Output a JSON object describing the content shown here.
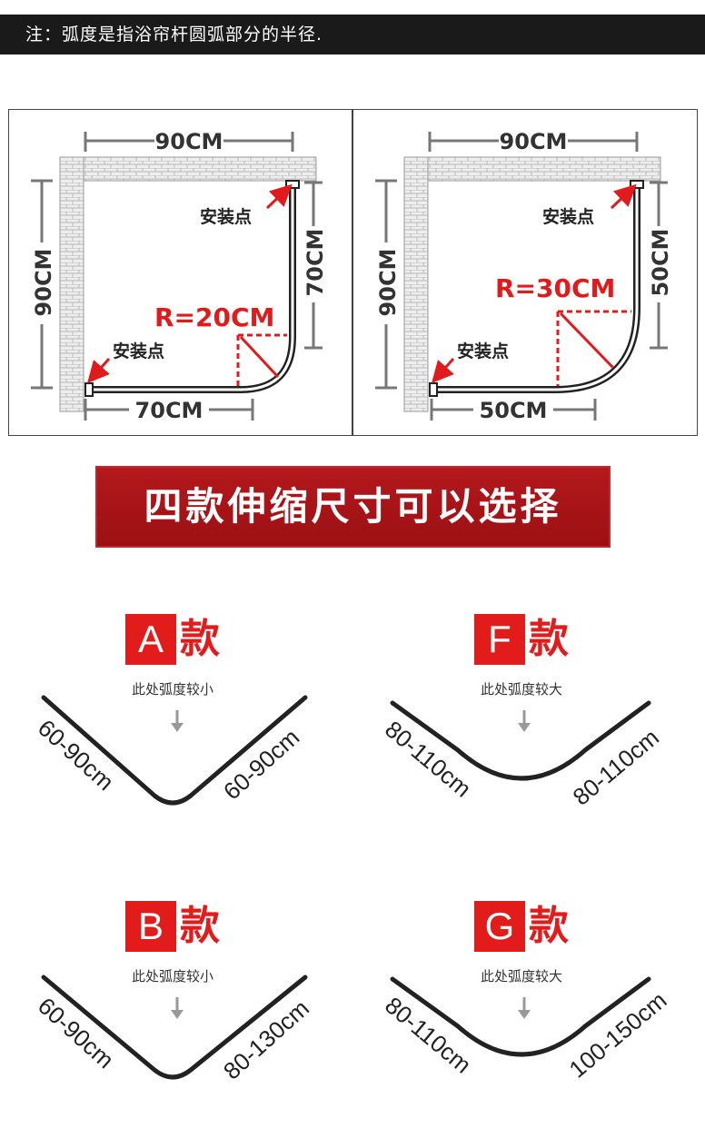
{
  "note": "注：弧度是指浴帘杆圆弧部分的半径.",
  "diagrams": [
    {
      "top_width": "90CM",
      "side_height": "90CM",
      "right_length": "70CM",
      "bottom_length": "70CM",
      "radius": "R=20CM",
      "install_top": "安装点",
      "install_bottom": "安装点"
    },
    {
      "top_width": "90CM",
      "side_height": "90CM",
      "right_length": "50CM",
      "bottom_length": "50CM",
      "radius": "R=30CM",
      "install_top": "安装点",
      "install_bottom": "安装点"
    }
  ],
  "banner": "四款伸缩尺寸可以选择",
  "models": [
    {
      "letter": "A",
      "suffix": "款",
      "hint": "此处弧度较小",
      "left_len": "60-90cm",
      "right_len": "60-90cm"
    },
    {
      "letter": "F",
      "suffix": "款",
      "hint": "此处弧度较大",
      "left_len": "80-110cm",
      "right_len": "80-110cm"
    },
    {
      "letter": "B",
      "suffix": "款",
      "hint": "此处弧度较小",
      "left_len": "60-90cm",
      "right_len": "80-130cm"
    },
    {
      "letter": "G",
      "suffix": "款",
      "hint": "此处弧度较大",
      "left_len": "80-110cm",
      "right_len": "100-150cm"
    }
  ],
  "colors": {
    "accent_red": "#e21b1b",
    "banner_red": "#a5141a",
    "note_bg": "#1a1a1a"
  }
}
